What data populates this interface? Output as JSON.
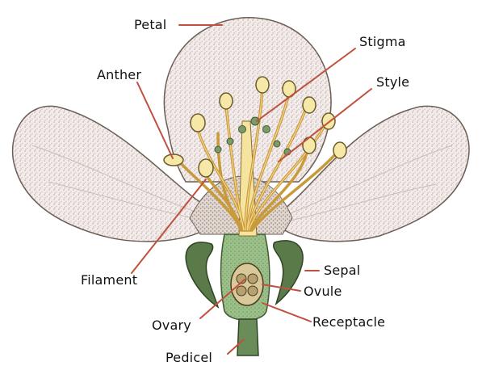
{
  "diagram": {
    "labels": {
      "petal": "Petal",
      "stigma": "Stigma",
      "anther": "Anther",
      "style": "Style",
      "filament": "Filament",
      "sepal": "Sepal",
      "ovule": "Ovule",
      "ovary": "Ovary",
      "receptacle": "Receptacle",
      "pedicel": "Pedicel"
    },
    "colors": {
      "petal_fill": "#f4ecec",
      "petal_stipple": "#b9aa98",
      "anther_fill": "#f6e9a8",
      "filament_fill": "#e9b860",
      "sepal_fill": "#5a7a4a",
      "receptacle_fill": "#9cc08a",
      "pedicel_fill": "#6a8c58",
      "leader_line": "#c0503f"
    }
  }
}
